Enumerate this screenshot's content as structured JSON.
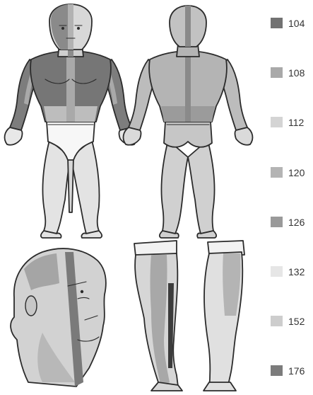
{
  "legend": {
    "items": [
      {
        "label": "104",
        "color": "#727272"
      },
      {
        "label": "108",
        "color": "#a9a9a9"
      },
      {
        "label": "112",
        "color": "#d4d4d4"
      },
      {
        "label": "120",
        "color": "#b4b4b4"
      },
      {
        "label": "126",
        "color": "#9a9a9a"
      },
      {
        "label": "132",
        "color": "#e6e6e6"
      },
      {
        "label": "152",
        "color": "#cdcdcd"
      },
      {
        "label": "176",
        "color": "#7c7c7c"
      }
    ]
  }
}
